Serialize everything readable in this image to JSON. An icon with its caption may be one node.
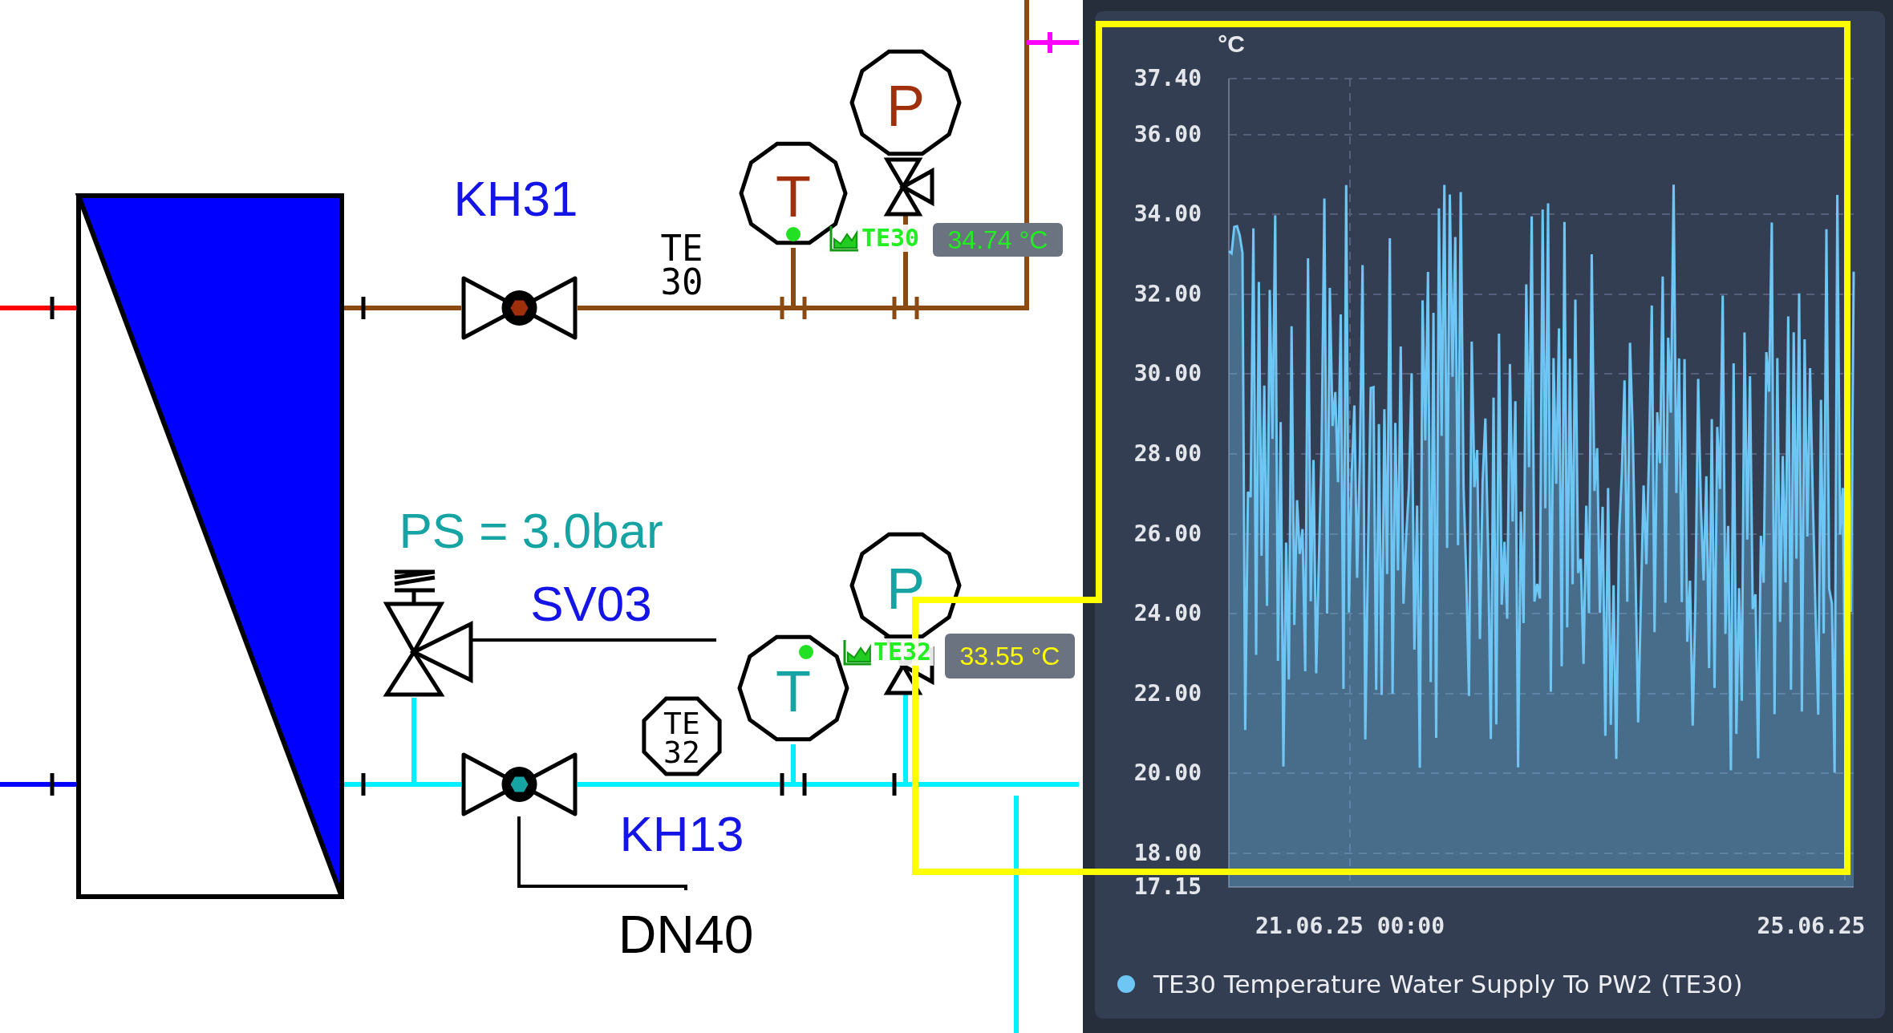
{
  "diagram": {
    "nodes": [
      {
        "text": [],
        "shape": "box"
      },
      {
        "text": [
          "KH31"
        ]
      },
      {
        "text": [
          "T"
        ]
      },
      {
        "text": [
          "P"
        ]
      },
      {
        "text": [
          "SV03"
        ],
        "beside": [
          "PS = 3.0bar"
        ]
      },
      {
        "text": [
          "T"
        ]
      },
      {
        "text": [
          "P"
        ]
      },
      {
        "text": [
          "TE 32"
        ]
      },
      {
        "text": [
          "KH13"
        ]
      },
      {
        "text": [
          "DN40"
        ]
      }
    ],
    "edges": [
      {
        "from": 0,
        "to": 1,
        "arrow": "none",
        "color": "#8a4a12"
      },
      {
        "from": 1,
        "to": 2,
        "arrow": "none",
        "color": "#8a4a12"
      },
      {
        "from": 2,
        "to": 3,
        "arrow": "none",
        "color": "#8a4a12"
      },
      {
        "from": 0,
        "to": 4,
        "arrow": "none",
        "color": "#00f0ff"
      },
      {
        "from": 0,
        "to": 8,
        "arrow": "none",
        "color": "#00f0ff"
      },
      {
        "from": 8,
        "to": 5,
        "arrow": "none",
        "color": "#00f0ff"
      },
      {
        "from": 5,
        "to": 6,
        "arrow": "none",
        "color": "#00f0ff"
      },
      {
        "from": 9,
        "to": 8,
        "arrow": "none",
        "color": "#000000"
      },
      {
        "from": null,
        "to": 0,
        "arrow": "none",
        "color": "#ff0000"
      },
      {
        "from": null,
        "to": 0,
        "arrow": "none",
        "color": "#0000ff"
      }
    ],
    "labels": [
      "TE 30",
      "TE30",
      "34.74 °C",
      "TE32",
      "33.55 °C",
      "°C",
      "37.40",
      "36.00",
      "34.00",
      "32.00",
      "30.00",
      "28.00",
      "26.00",
      "24.00",
      "22.00",
      "20.00",
      "18.00",
      "17.15",
      "21.06.25 00:00",
      "25.06.25"
    ],
    "legend": [
      {
        "text": "TE30 Temperature Water Supply To PW2 (TE30)",
        "color": "#6ec6f5"
      }
    ]
  }
}
